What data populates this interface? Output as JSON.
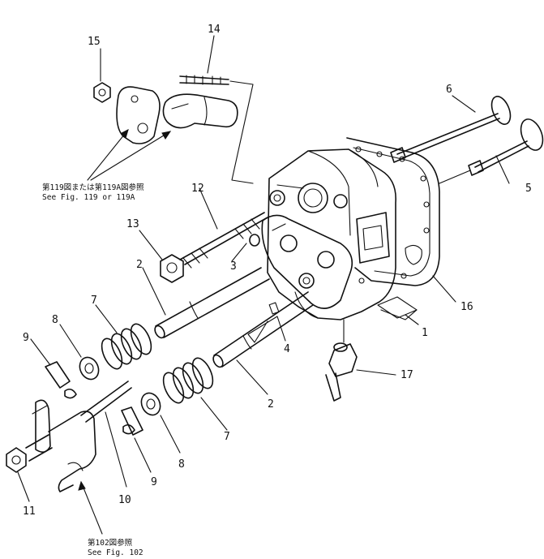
{
  "callouts": {
    "p1": "1",
    "p2a": "2",
    "p2b": "2",
    "p3": "3",
    "p4": "4",
    "p5": "5",
    "p6": "6",
    "p7a": "7",
    "p7b": "7",
    "p8a": "8",
    "p8b": "8",
    "p9a": "9",
    "p9b": "9",
    "p10": "10",
    "p11": "11",
    "p12": "12",
    "p13": "13",
    "p14": "14",
    "p15": "15",
    "p16": "16",
    "p17": "17"
  },
  "notes": {
    "ref119_jp": "第119図または第119A図参照",
    "ref119_en": "See Fig. 119 or 119A",
    "ref102_jp": "第102図参照",
    "ref102_en": "See Fig. 102"
  }
}
